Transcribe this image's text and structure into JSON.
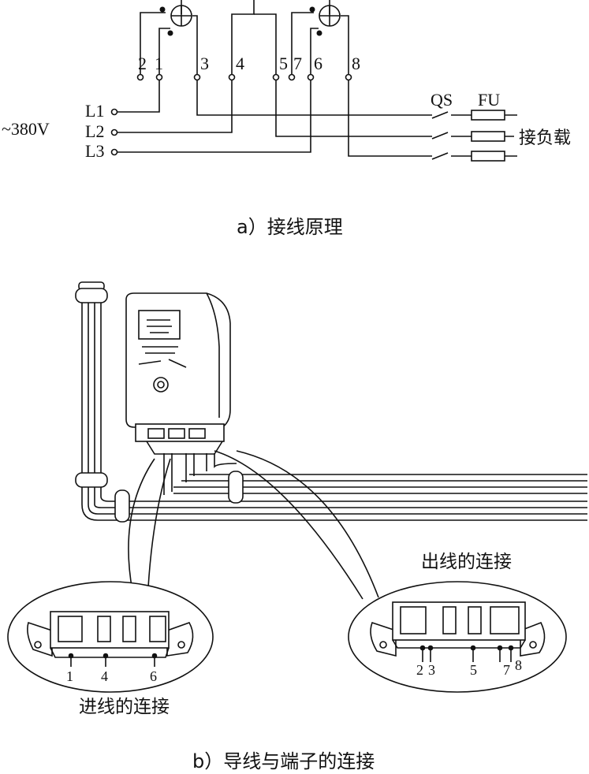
{
  "schematic": {
    "terminals": [
      "2",
      "1",
      "3",
      "4",
      "5",
      "7",
      "6",
      "8"
    ],
    "lines": [
      "L1",
      "L2",
      "L3"
    ],
    "voltage": "~380V",
    "switch_label": "QS",
    "fuse_label": "FU",
    "load_label": "接负载",
    "caption": "a）接线原理"
  },
  "installation": {
    "outgoing_title": "出线的连接",
    "incoming_title": "进线的连接",
    "incoming_terminals": [
      "1",
      "4",
      "6"
    ],
    "outgoing_terminals": [
      "2",
      "3",
      "5",
      "7",
      "8"
    ],
    "caption": "b）导线与端子的连接"
  }
}
